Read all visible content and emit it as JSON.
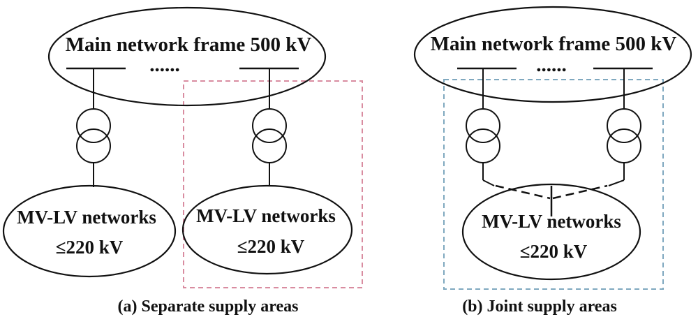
{
  "panel_a": {
    "main_label": "Main network frame 500 kV",
    "ellipsis": "......",
    "sub1": {
      "line1": "MV-LV networks",
      "line2": "≤220 kV"
    },
    "sub2": {
      "line1": "MV-LV networks",
      "line2": "≤220 kV"
    },
    "caption": "(a) Separate supply areas",
    "box_color": "#d98ca0"
  },
  "panel_b": {
    "main_label": "Main network frame 500 kV",
    "ellipsis": "......",
    "sub": {
      "line1": "MV-LV networks",
      "line2": "≤220 kV"
    },
    "caption": "(b) Joint supply areas",
    "box_color": "#7fa8bf"
  }
}
